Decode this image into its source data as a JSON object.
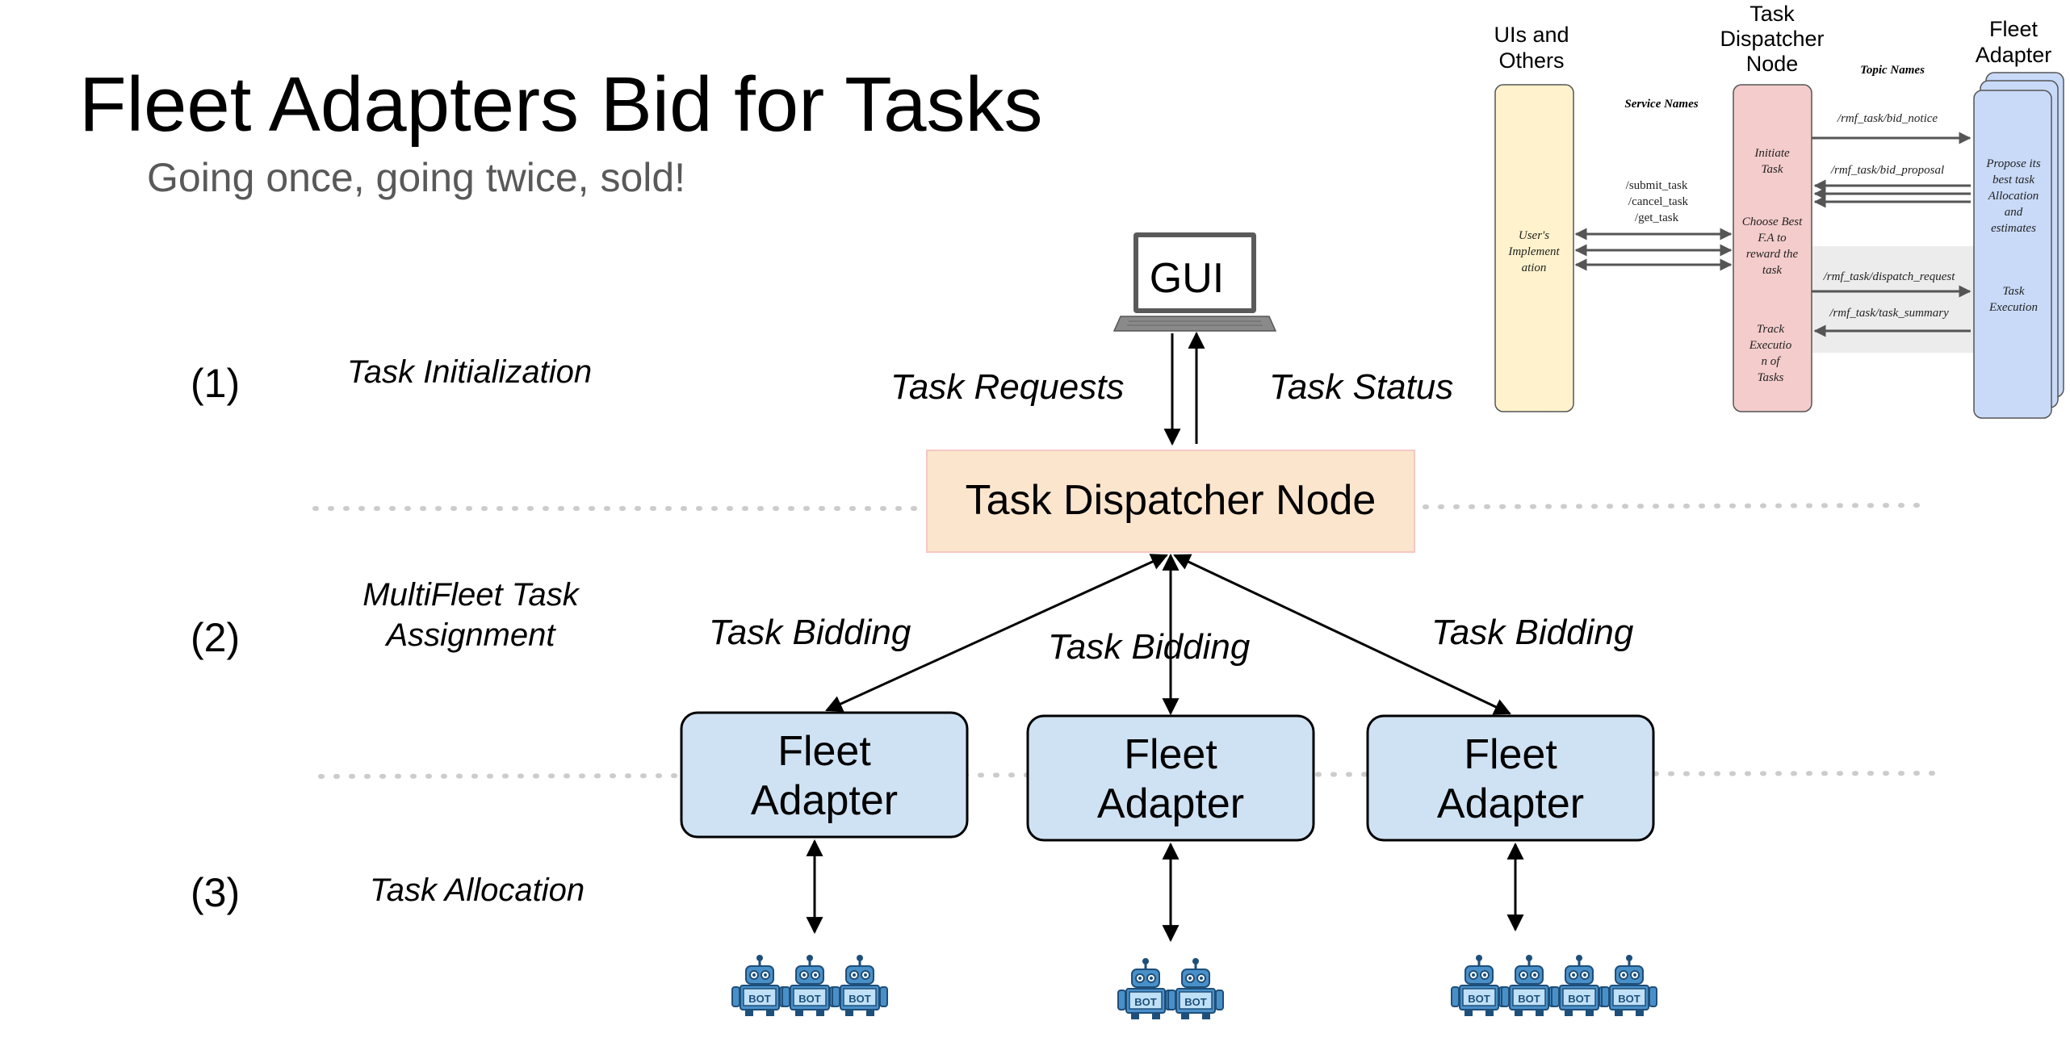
{
  "slide": {
    "title": "Fleet Adapters Bid for Tasks",
    "subtitle": "Going once, going twice, sold!"
  },
  "stages": [
    {
      "number": "(1)",
      "label": "Task Initialization"
    },
    {
      "number": "(2)",
      "label_line1": "MultiFleet Task",
      "label_line2": "Assignment"
    },
    {
      "number": "(3)",
      "label": "Task Allocation"
    }
  ],
  "main_diagram": {
    "gui_label": "GUI",
    "task_requests": "Task Requests",
    "task_status": "Task Status",
    "dispatcher_label": "Task Dispatcher Node",
    "bidding_labels": [
      "Task Bidding",
      "Task Bidding",
      "Task Bidding"
    ],
    "fleet_adapter_line1": "Fleet",
    "fleet_adapter_line2": "Adapter",
    "robot_badge": "BOT",
    "robots_per_fleet": [
      3,
      2,
      4
    ]
  },
  "inset_diagram": {
    "col_uis_line1": "UIs and",
    "col_uis_line2": "Others",
    "col_dispatcher_line1": "Task",
    "col_dispatcher_line2": "Dispatcher",
    "col_dispatcher_line3": "Node",
    "col_fleet_line1": "Fleet",
    "col_fleet_line2": "Adapter",
    "service_names_header": "Service Names",
    "topic_names_header": "Topic Names",
    "services": [
      "/submit_task",
      "/cancel_task",
      "/get_task"
    ],
    "topics": [
      "/rmf_task/bid_notice",
      "/rmf_task/bid_proposal",
      "/rmf_task/dispatch_request",
      "/rmf_task/task_summary"
    ],
    "user_box_lines": [
      "User's",
      "Implement",
      "ation"
    ],
    "dispatcher_box_initiate": [
      "Initiate",
      "Task"
    ],
    "dispatcher_box_choose": [
      "Choose Best",
      "F.A to",
      "reward the",
      "task"
    ],
    "dispatcher_box_track": [
      "Track",
      "Executio",
      "n of",
      "Tasks"
    ],
    "fleet_box_propose": [
      "Propose its",
      "best task",
      "Allocation",
      "and",
      "estimates"
    ],
    "fleet_box_exec": [
      "Task",
      "Execution"
    ]
  },
  "colors": {
    "dispatcher_fill": "#fce5cd",
    "dispatcher_border": "#f4c7c3",
    "fleet_fill": "#cfe2f3",
    "uis_column": "#fff2cc",
    "dispatcher_column": "#f4cccc",
    "fleet_column": "#c9daf8",
    "robot_blue": "#4a90c8",
    "separator_dots": "#cccccc"
  }
}
